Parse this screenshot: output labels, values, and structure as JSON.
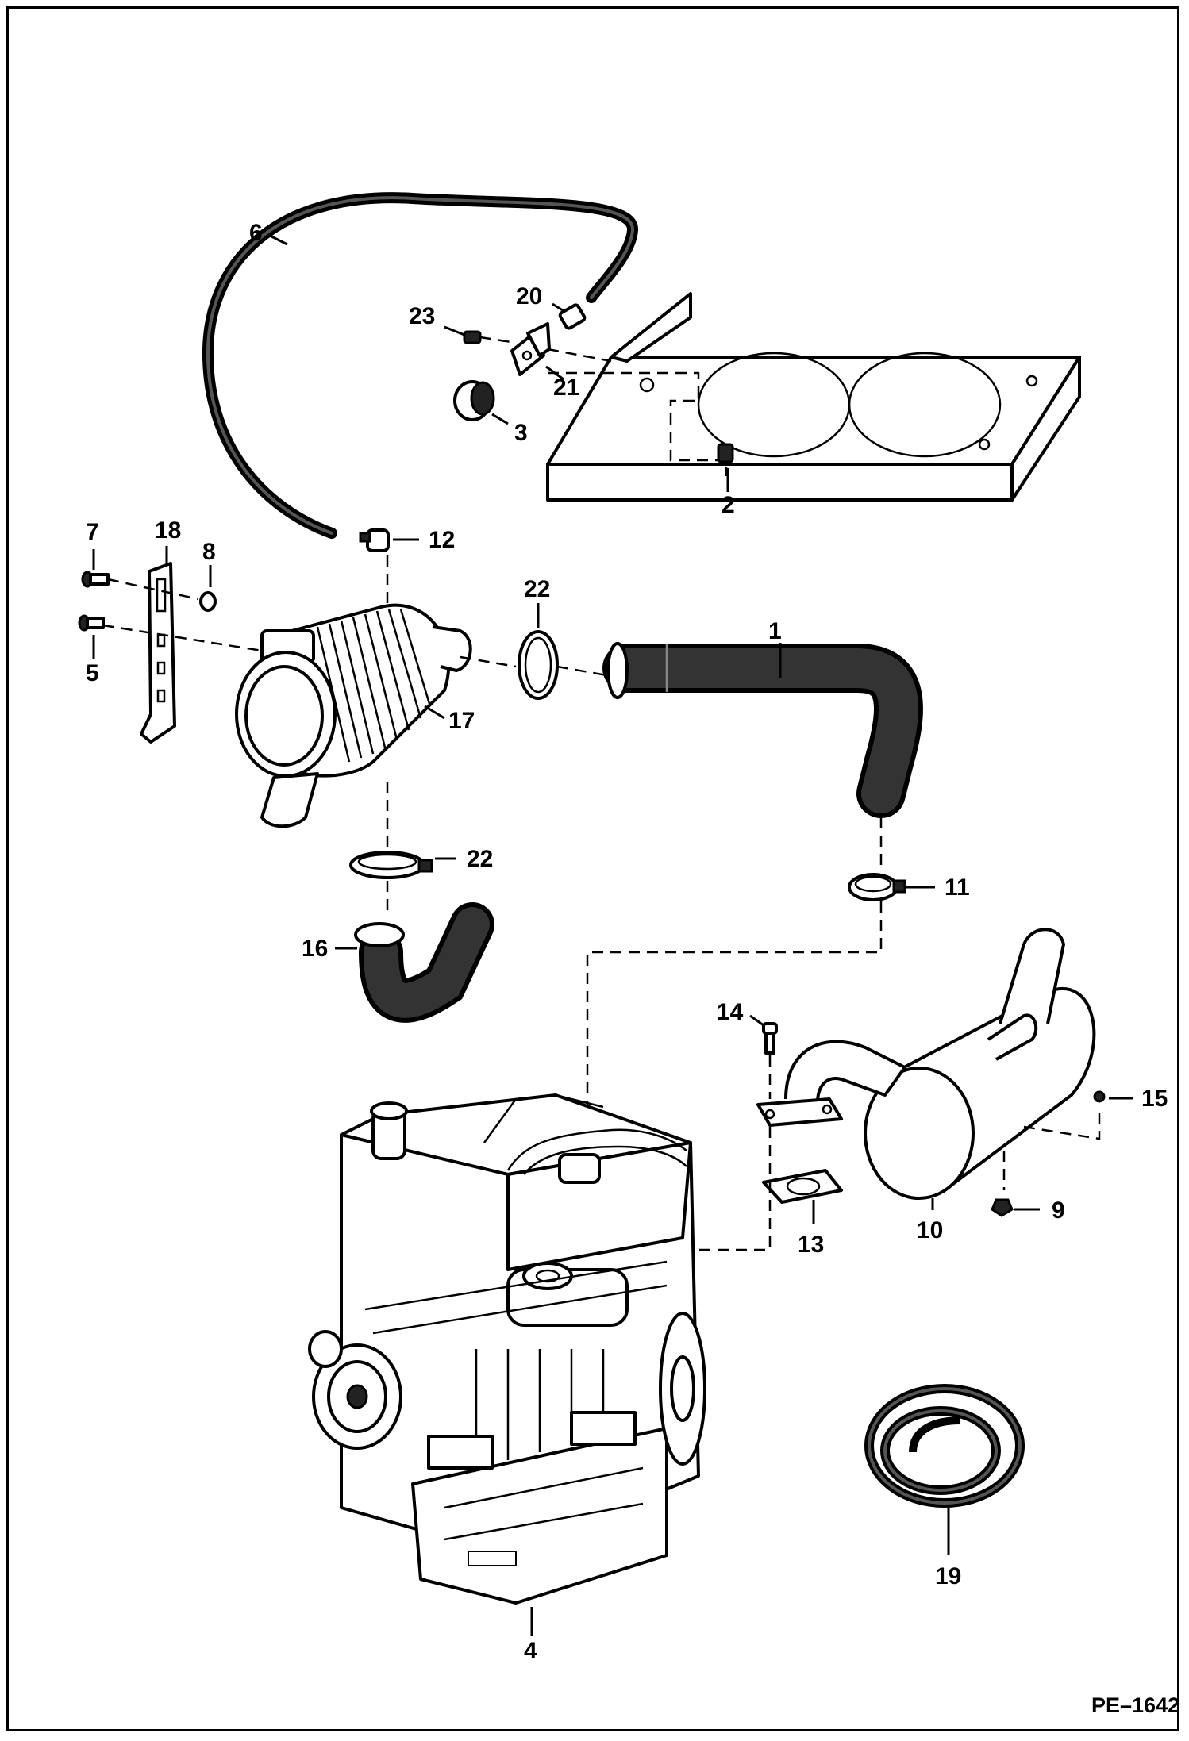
{
  "figure_code": "PE–1642",
  "callouts": [
    {
      "id": "1",
      "text": "1"
    },
    {
      "id": "2",
      "text": "2"
    },
    {
      "id": "3",
      "text": "3"
    },
    {
      "id": "4",
      "text": "4"
    },
    {
      "id": "5",
      "text": "5"
    },
    {
      "id": "6",
      "text": "6"
    },
    {
      "id": "7",
      "text": "7"
    },
    {
      "id": "8",
      "text": "8"
    },
    {
      "id": "9",
      "text": "9"
    },
    {
      "id": "10",
      "text": "10"
    },
    {
      "id": "11",
      "text": "11"
    },
    {
      "id": "12",
      "text": "12"
    },
    {
      "id": "13",
      "text": "13"
    },
    {
      "id": "14",
      "text": "14"
    },
    {
      "id": "15",
      "text": "15"
    },
    {
      "id": "16",
      "text": "16"
    },
    {
      "id": "17",
      "text": "17"
    },
    {
      "id": "18",
      "text": "18"
    },
    {
      "id": "19",
      "text": "19"
    },
    {
      "id": "20",
      "text": "20"
    },
    {
      "id": "21",
      "text": "21"
    },
    {
      "id": "22a",
      "text": "22"
    },
    {
      "id": "22b",
      "text": "22"
    },
    {
      "id": "23",
      "text": "23"
    }
  ]
}
